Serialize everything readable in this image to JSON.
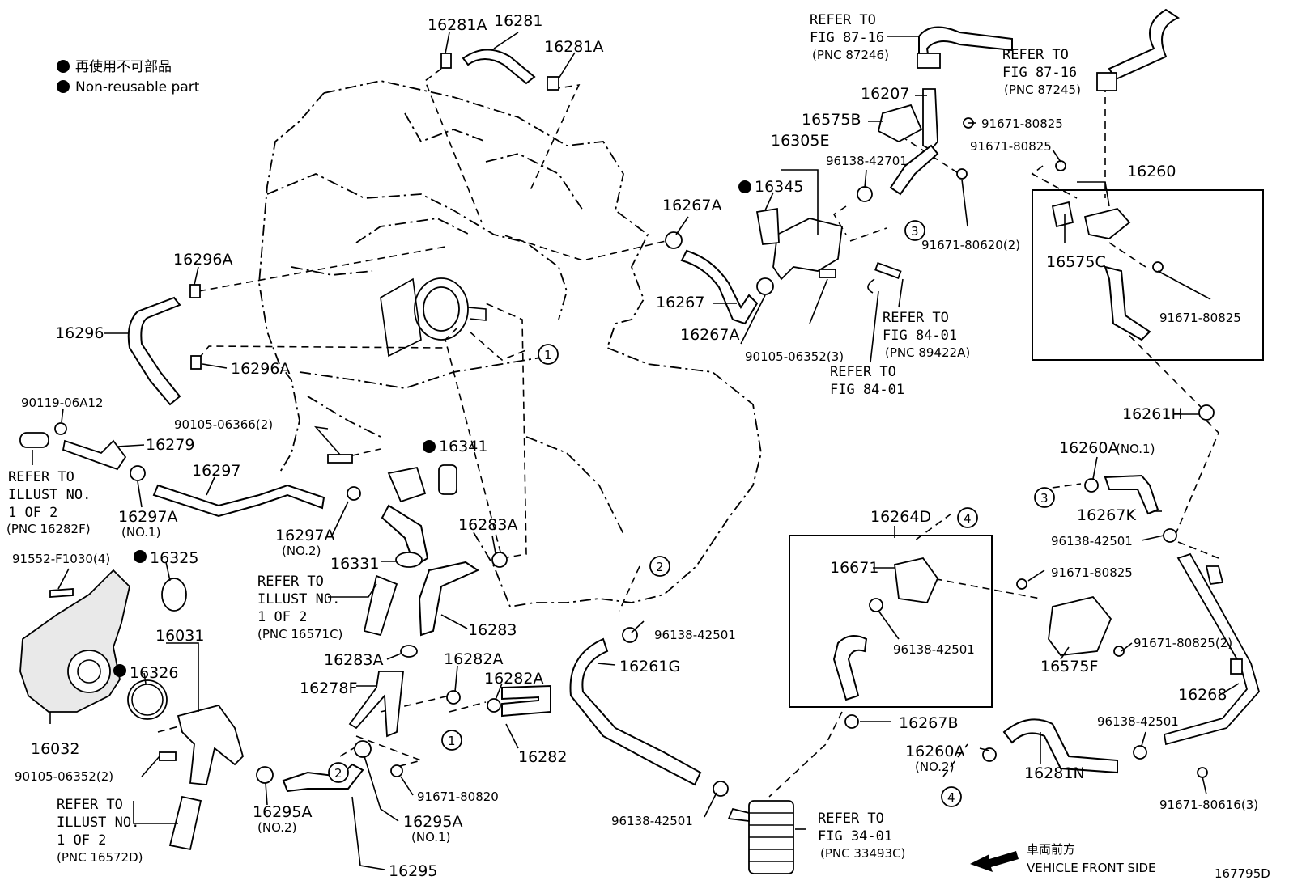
{
  "legend": {
    "line1": "再使用不可部品",
    "line2": "Non-reusable part"
  },
  "labels": {
    "p16281A_a": "16281A",
    "p16281": "16281",
    "p16281A_b": "16281A",
    "p16296A_a": "16296A",
    "p16296": "16296",
    "p16296A_b": "16296A",
    "p90119": "90119-06A12",
    "p16279": "16279",
    "p16297": "16297",
    "p16297A_no1": "16297A",
    "p16297A_no1_sub": "(NO.1)",
    "p90105_06366": "90105-06366(2)",
    "p16341": "16341",
    "p16297A_no2": "16297A",
    "p16297A_no2_sub": "(NO.2)",
    "p16331": "16331",
    "p16283A_a": "16283A",
    "p16283": "16283",
    "p16283A_b": "16283A",
    "p91552": "91552-F1030(4)",
    "p16325": "16325",
    "p16031": "16031",
    "p16326": "16326",
    "p16032": "16032",
    "p90105_06352_2": "90105-06352(2)",
    "p16295A_no2": "16295A",
    "p16295A_no2_sub": "(NO.2)",
    "p16282A_a": "16282A",
    "p16282A_b": "16282A",
    "p16278F": "16278F",
    "p16282": "16282",
    "p91671_80820": "91671-80820",
    "p16295A_no1": "16295A",
    "p16295A_no1_sub": "(NO.1)",
    "p16295": "16295",
    "p16267A_a": "16267A",
    "p16267": "16267",
    "p16267A_b": "16267A",
    "p16345": "16345",
    "p16305E": "16305E",
    "p96138_42701": "96138-42701",
    "p16575B": "16575B",
    "p16207": "16207",
    "p91671_80825_a": "91671-80825",
    "p91671_80825_b": "91671-80825",
    "p91671_80620": "91671-80620(2)",
    "p90105_06352_3": "90105-06352(3)",
    "p16260": "16260",
    "p16575C": "16575C",
    "p91671_80825_c": "91671-80825",
    "p16261H": "16261H",
    "p16260A_no1": "16260A",
    "p16260A_no1_sub": "(NO.1)",
    "p16267K": "16267K",
    "p96138_42501_a": "96138-42501",
    "p16264D": "16264D",
    "p16671": "16671",
    "p96138_42501_b": "96138-42501",
    "p91671_80825_d": "91671-80825",
    "p91671_80825_2": "91671-80825(2)",
    "p16575F": "16575F",
    "p16268": "16268",
    "p96138_42501_c": "96138-42501",
    "p16267B": "16267B",
    "p16260A_no2": "16260A",
    "p16260A_no2_sub": "(NO.2)",
    "p16281N": "16281N",
    "p91671_80616": "91671-80616(3)",
    "p96138_42501_d": "96138-42501",
    "p16261G": "16261G",
    "p96138_42501_e": "96138-42501"
  },
  "references": {
    "fig87_16_a": [
      "REFER TO",
      "FIG 87-16",
      "(PNC 87246)"
    ],
    "fig87_16_b": [
      "REFER TO",
      "FIG 87-16",
      "(PNC 87245)"
    ],
    "fig84_01_a": [
      "REFER TO",
      "FIG 84-01",
      "(PNC 89422A)"
    ],
    "fig84_01_b": [
      "REFER TO",
      "FIG 84-01"
    ],
    "illust_16282F": [
      "REFER TO",
      "ILLUST NO.",
      "1 OF 2",
      "(PNC 16282F)"
    ],
    "illust_16571C": [
      "REFER TO",
      "ILLUST NO.",
      "1 OF 2",
      "(PNC 16571C)"
    ],
    "illust_16572D": [
      "REFER TO",
      "ILLUST NO.",
      "1 OF 2",
      "(PNC 16572D)"
    ],
    "fig34_01": [
      "REFER TO",
      "FIG 34-01",
      "(PNC 33493C)"
    ]
  },
  "callouts": {
    "c1a": "1",
    "c1b": "1",
    "c2a": "2",
    "c2b": "2",
    "c3a": "3",
    "c3b": "3",
    "c4a": "4",
    "c4b": "4"
  },
  "footer": {
    "front_jp": "車両前方",
    "front_en": "VEHICLE FRONT SIDE",
    "diagram_id": "167795D"
  }
}
